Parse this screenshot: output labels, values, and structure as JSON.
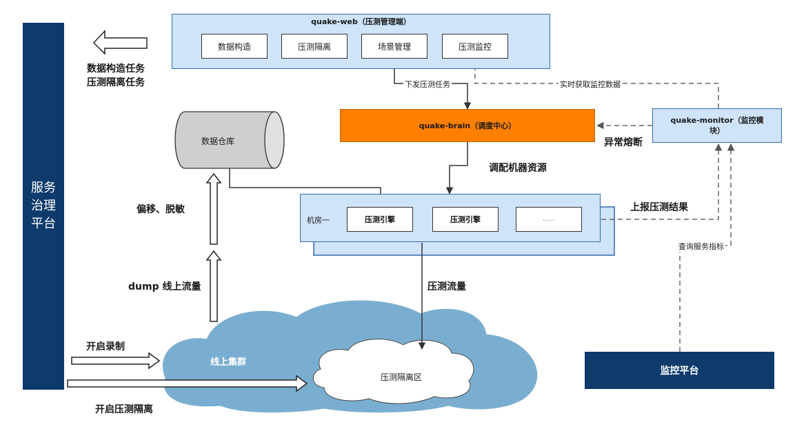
{
  "platform": {
    "label_line1": "服务",
    "label_line2": "治理",
    "label_line3": "平台"
  },
  "left_tasks": {
    "line1": "数据构造任务",
    "line2": "压测隔离任务"
  },
  "web": {
    "title": "quake-web（压测管理端）",
    "modules": [
      "数据构造",
      "压测隔离",
      "场景管理",
      "压测监控"
    ]
  },
  "edges": {
    "dispatch": "下发压测任务",
    "realtime": "实时获取监控数据",
    "fuse": "异常熔断",
    "allocate": "调配机器资源",
    "report": "上报压测结果",
    "query": "查询服务指标",
    "traffic": "压测流量",
    "desensitize": "偏移、脱敏",
    "dump": "dump 线上流量",
    "record": "开启录制",
    "isolation": "开启压测隔离"
  },
  "brain": {
    "title": "quake-brain（调度中心）"
  },
  "monitor": {
    "title_line1": "quake-monitor（监控模",
    "title_line2": "块）"
  },
  "warehouse": {
    "label": "数据仓库"
  },
  "room": {
    "label": "机房一",
    "engines": [
      "压测引擎",
      "压测引擎",
      "……"
    ]
  },
  "cluster": {
    "label": "线上集群",
    "isolation_zone": "压测隔离区"
  },
  "monitor_platform": {
    "label": "监控平台"
  },
  "colors": {
    "navy": "#0e3a6c",
    "light_blue": "#cfe3f9",
    "border_blue": "#2f6ab2",
    "orange": "#ff7f00",
    "cloud": "#7aaed0"
  }
}
